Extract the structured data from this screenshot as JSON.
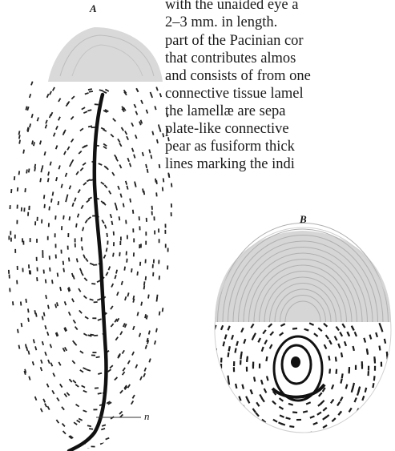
{
  "text_lines": [
    "with the unaided eye a",
    "2–3 mm. in length.",
    "part of the Pacinian cor",
    "that contributes almos",
    "and consists of from one",
    "connective tissue lamel",
    "the lamellæ are sepa",
    "plate-like  connective",
    "pear as fusiform thick",
    "lines marking the indi"
  ],
  "figure_labels": {
    "a": "A",
    "b": "B",
    "n": "n"
  }
}
